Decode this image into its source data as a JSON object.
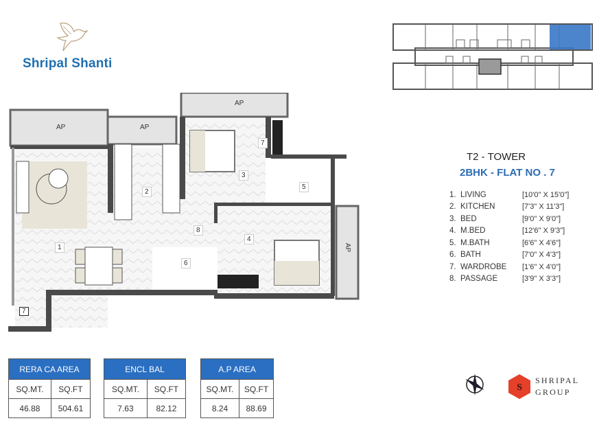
{
  "brand": {
    "project_name": "Shripal Shanti",
    "logo_icon": "dove-icon"
  },
  "key_plan": {
    "highlight_color": "#3a78c8",
    "core_color": "#9a9a9a"
  },
  "header": {
    "tower": "T2 - TOWER",
    "flat": "2BHK - FLAT NO . 7"
  },
  "rooms": [
    {
      "num": "1.",
      "name": "LIVING",
      "dim": "[10'0\" X 15'0\"]"
    },
    {
      "num": "2.",
      "name": "KITCHEN",
      "dim": "[7'3\" X 11'3\"]"
    },
    {
      "num": "3.",
      "name": "BED",
      "dim": "[9'0\" X 9'0\"]"
    },
    {
      "num": "4.",
      "name": "M.BED",
      "dim": "[12'6\" X 9'3\"]"
    },
    {
      "num": "5.",
      "name": "M.BATH",
      "dim": "[6'6\" X 4'6\"]"
    },
    {
      "num": "6.",
      "name": "BATH",
      "dim": "[7'0\" X 4'3\"]"
    },
    {
      "num": "7.",
      "name": "WARDROBE",
      "dim": "[1'6\" X 4'0\"]"
    },
    {
      "num": "8.",
      "name": "PASSAGE",
      "dim": "[3'9\" X 3'3\"]"
    }
  ],
  "plan_labels": {
    "ap": "AP",
    "r1": "1",
    "r2": "2",
    "r3": "3",
    "r4": "4",
    "r5": "5",
    "r6": "6",
    "r7": "7",
    "r7b": "7",
    "r8": "8"
  },
  "area_tables": [
    {
      "title": "RERA CA AREA",
      "col1": "SQ.MT.",
      "col2": "SQ.FT",
      "val1": "46.88",
      "val2": "504.61"
    },
    {
      "title": "ENCL BAL",
      "col1": "SQ.MT.",
      "col2": "SQ.FT",
      "val1": "7.63",
      "val2": "82.12"
    },
    {
      "title": "A.P AREA",
      "col1": "SQ.MT.",
      "col2": "SQ.FT",
      "val1": "8.24",
      "val2": "88.69"
    }
  ],
  "footer": {
    "compass_icon": "compass-icon",
    "group_logo_letter": "S",
    "group_line1": "SHRIPAL",
    "group_line2": "GROUP",
    "group_color": "#e5402a"
  },
  "colors": {
    "table_header": "#2a6fc2",
    "title_blue": "#2b6cb3",
    "wall": "#4a4a4a",
    "balcony": "#e4e4e4"
  }
}
